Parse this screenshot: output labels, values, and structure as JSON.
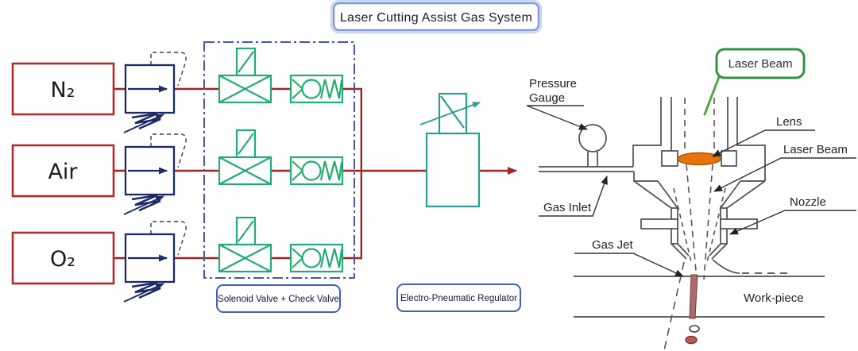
{
  "title": "Laser Cutting Assist Gas System",
  "sources": [
    {
      "label": "N₂"
    },
    {
      "label": "Air"
    },
    {
      "label": "O₂"
    }
  ],
  "stage_labels": {
    "solenoid_check_valve": "Solenoid Valve + Check Valve",
    "electro_pneumatic_regulator": "Electro-Pneumatic Regulator"
  },
  "head": {
    "callout_laser_beam": "Laser Beam",
    "pressure_gauge_line1": "Pressure",
    "pressure_gauge_line2": "Gauge",
    "gas_inlet": "Gas Inlet",
    "lens": "Lens",
    "laser_beam": "Laser Beam",
    "nozzle": "Nozzle",
    "gas_jet": "Gas Jet",
    "work_piece": "Work-piece"
  },
  "colors": {
    "pipe_red": "#9e2626",
    "source_box_red": "#b22c2c",
    "regulator_navy": "#1c2a66",
    "valve_green": "#23ab72",
    "epr_teal": "#2a9d8f",
    "group_border_blue": "#4a55a8",
    "label_border_blue": "#4060c0",
    "callout_green": "#2e9440",
    "lens_orange": "#e8720c",
    "outline_gray": "#4f4f4f"
  }
}
